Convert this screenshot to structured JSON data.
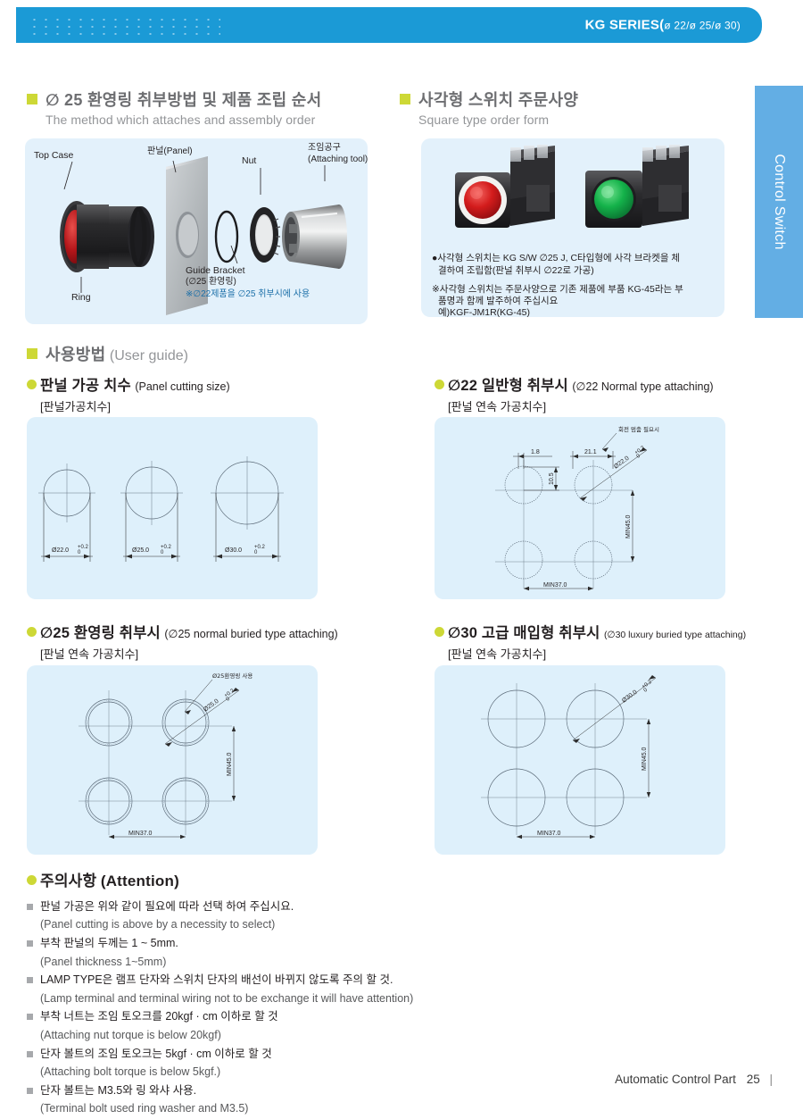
{
  "header": {
    "title_main": "KG SERIES(",
    "title_d1": "ø 22/",
    "title_d2": "ø 25/",
    "title_d3": "ø 30)",
    "accent_blue": "#1b9ad6",
    "dots_icon": "dot-grid-icon"
  },
  "side_tab": {
    "label": "Control Switch",
    "color": "#63aee4"
  },
  "section1": {
    "kr": "∅ 25 환영링 취부방법 및 제품 조립 순서",
    "en": "The method which attaches and assembly order",
    "labels": {
      "top_case": "Top Case",
      "ring": "Ring",
      "panel": "판널(Panel)",
      "nut": "Nut",
      "tool_kr": "조임공구",
      "tool_en": "(Attaching tool)",
      "guide_en": "Guide Bracket",
      "guide_kr": "(∅25 환영링)",
      "guide_note": "※∅22제품을 ∅25 취부시에 사용"
    }
  },
  "section2": {
    "kr": "사각형 스위치 주문사양",
    "en": "Square type order form",
    "note1": "●사각형 스위치는 KG S/W ∅25 J, C타입형에 사각 브라켓을 체",
    "note1b": "결하여 조립함(판널 취부시 ∅22로 가공)",
    "note2": "※사각형 스위치는 주문사양으로 기존 제품에 부품 KG-45라는 부",
    "note2b": "품명과 함께 발주하여 주십시요",
    "note2c": "예)KGF-JM1R(KG-45)",
    "switch_red_color": "#e02020",
    "switch_green_color": "#14b24a"
  },
  "section3": {
    "kr": "사용방법",
    "en": "(User guide)"
  },
  "sub1": {
    "kr": "판널 가공 치수",
    "en": "(Panel cutting size)",
    "bracket": "[판널가공치수]"
  },
  "sub2": {
    "kr": "∅22 일반형 취부시",
    "en": "(∅22 Normal type attaching)",
    "bracket": "[판널 연속 가공치수]"
  },
  "sub3": {
    "kr": "∅25 환영링 취부시",
    "en": "(∅25 normal buried type attaching)",
    "bracket": "[판널 연속 가공치수]"
  },
  "sub4": {
    "kr": "∅30 고급 매입형 취부시",
    "en": "(∅30 luxury buried type attaching)",
    "bracket": "[판널 연속 가공치수]"
  },
  "chart_data": {
    "type": "table",
    "title": "Panel cutting dimensions",
    "cutting_sizes": [
      {
        "label": "∅22.0",
        "tol_up": "+0.2",
        "tol_dn": "0",
        "diameter_mm": 22.0
      },
      {
        "label": "∅25.0",
        "tol_up": "+0.2",
        "tol_dn": "0",
        "diameter_mm": 25.0
      },
      {
        "label": "∅30.0",
        "tol_up": "+0.2",
        "tol_dn": "0",
        "diameter_mm": 30.0
      }
    ],
    "layout_d22": {
      "dim_offset_small": "1.8",
      "dim_pitch_x": "21.1",
      "dim_offset_y": "10.5",
      "dim_min_v": "MIN45.0",
      "dim_min_h": "MIN37.0",
      "hole_label": "∅22.0",
      "hole_tol_up": "+0.2",
      "hole_tol_dn": "0",
      "annotation": "회전 멈춤 필요시"
    },
    "layout_d25": {
      "dim_min_v": "MIN45.0",
      "dim_min_h": "MIN37.0",
      "hole_label": "∅25.0",
      "hole_tol_up": "+0.2",
      "hole_tol_dn": "0",
      "annotation": "∅25환영링 사용"
    },
    "layout_d30": {
      "dim_min_v": "MIN45.0",
      "dim_min_h": "MIN37.0",
      "hole_label": "∅30.0",
      "hole_tol_up": "+0.2",
      "hole_tol_dn": "0"
    }
  },
  "attention": {
    "kr": "주의사항",
    "en": "(Attention)",
    "items": [
      {
        "kr": "판널 가공은 위와 같이 필요에 따라 선택 하여 주십시요.",
        "en": "(Panel cutting is above by a necessity to select)"
      },
      {
        "kr": "부착 판널의 두께는 1 ~ 5mm.",
        "en": "(Panel thickness 1~5mm)"
      },
      {
        "kr": "LAMP TYPE은 램프 단자와 스위치 단자의 배선이 바뀌지 않도록 주의 할 것.",
        "en": "(Lamp terminal and terminal wiring not to be exchange it will have attention)"
      },
      {
        "kr": "부착 너트는 조임 토오크를 20kgf · cm 이하로 할 것",
        "en": "(Attaching nut torque is below 20kgf)"
      },
      {
        "kr": "단자 볼트의 조임 토오크는 5kgf · cm 이하로 할 것",
        "en": "(Attaching bolt torque is below 5kgf.)"
      },
      {
        "kr": "단자 볼트는 M3.5와 링 와샤  사용.",
        "en": "(Terminal bolt used ring washer and M3.5)"
      }
    ]
  },
  "footer": {
    "text": "Automatic Control Part",
    "page": "25",
    "bar": "|"
  }
}
